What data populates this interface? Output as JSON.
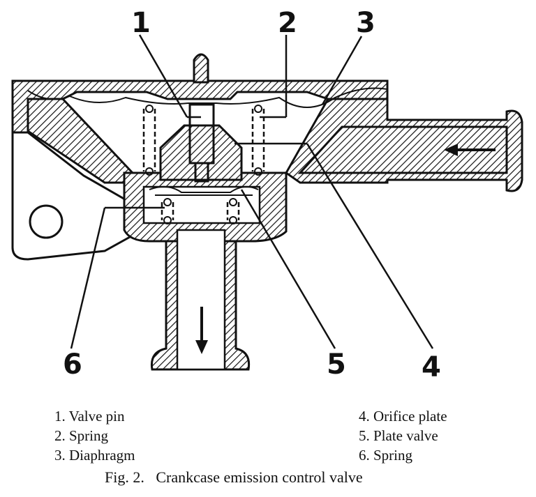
{
  "callouts": {
    "c1": "1",
    "c2": "2",
    "c3": "3",
    "c4": "4",
    "c5": "5",
    "c6": "6"
  },
  "legend": {
    "items": [
      "1. Valve pin",
      "2. Spring",
      "3. Diaphragm",
      "4. Orifice plate",
      "5. Plate valve",
      "6. Spring"
    ]
  },
  "caption": "Fig. 2.   Crankcase emission control valve",
  "colors": {
    "ink": "#111111",
    "paper": "#ffffff"
  }
}
